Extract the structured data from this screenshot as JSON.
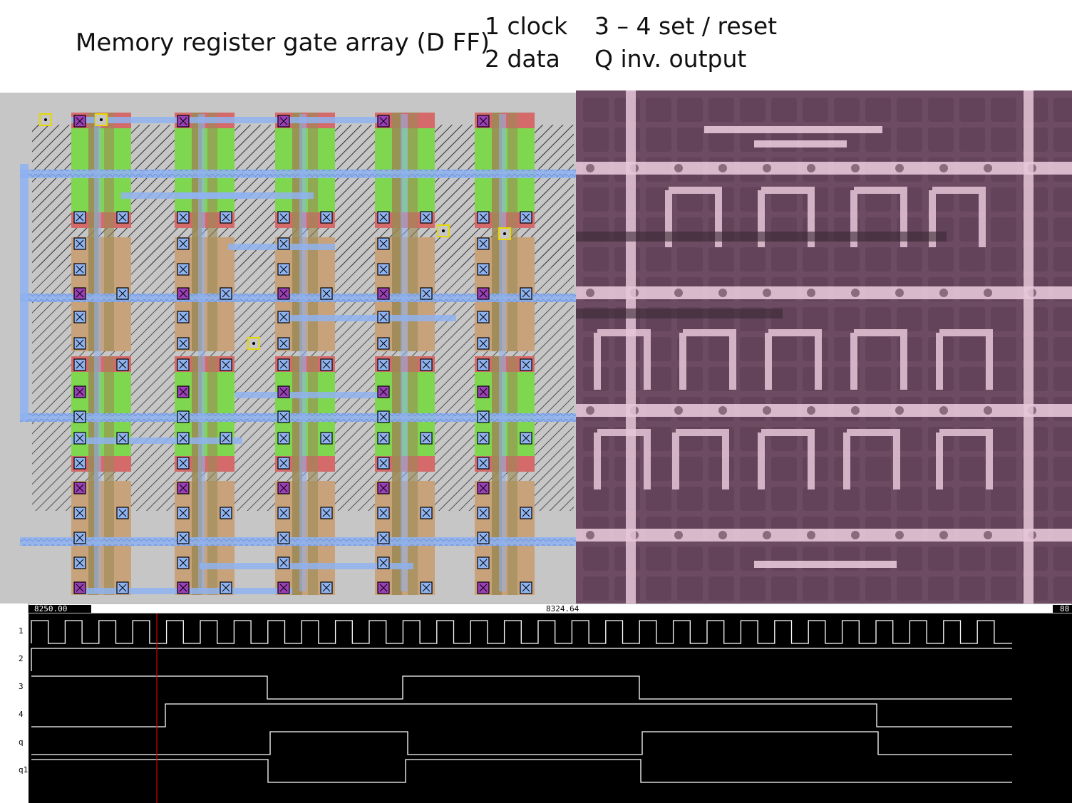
{
  "header": {
    "title": "Memory register gate array (D FF)",
    "legend": [
      {
        "pin": "1 clock",
        "desc": "3 – 4 set / reset"
      },
      {
        "pin": "2 data",
        "desc": "Q inv. output"
      }
    ]
  },
  "layout_view": {
    "colors": {
      "background": "#c6c6c6",
      "diffusion_green": "#7fd64f",
      "diffusion_red": "#d46a6a",
      "diffusion_tan": "#c8a27a",
      "poly_stripe": "#9b8a55",
      "metal_blue": "#8fb3f0",
      "contact_purple": "#9b3fb7",
      "hatch": "#333333"
    }
  },
  "photo_view": {
    "colors": {
      "substrate": "#6d4c63",
      "metal": "#e6c6d8",
      "dark_trace": "#3b2a34"
    }
  },
  "waveform": {
    "time_start": "8250.00",
    "time_cursor": "8324.64",
    "time_end": "88",
    "cursor_color": "#d00000",
    "signals": [
      {
        "label": "1",
        "kind": "clock"
      },
      {
        "label": "2",
        "kind": "high"
      },
      {
        "label": "3",
        "kind": "steps",
        "levels": [
          1,
          0,
          1,
          0
        ]
      },
      {
        "label": "4",
        "kind": "steps",
        "levels": [
          0,
          1,
          0
        ]
      },
      {
        "label": "q",
        "kind": "steps",
        "levels": [
          0,
          1,
          0,
          1,
          0
        ]
      },
      {
        "label": "q1",
        "kind": "steps",
        "levels": [
          1,
          0,
          1,
          0
        ]
      }
    ]
  }
}
